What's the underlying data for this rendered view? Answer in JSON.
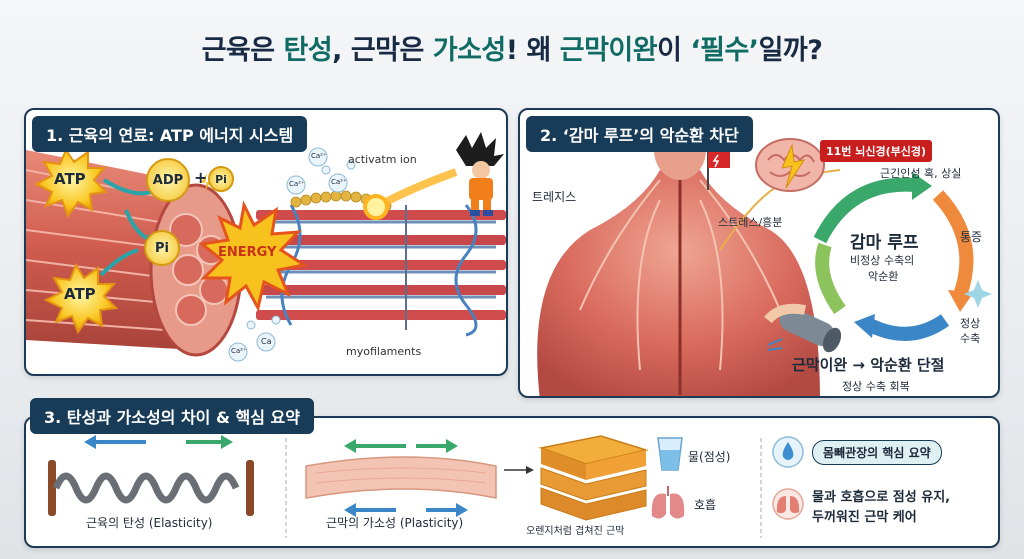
{
  "title": {
    "p1": "근육은 ",
    "p2": "탄성",
    "p3": ", 근막은 ",
    "p4": "가소성",
    "p5": "! 왜 ",
    "p6": "근막이완",
    "p7": "이 ",
    "p8": "‘필수’",
    "p9": "일까?"
  },
  "panel1": {
    "heading": "1. 근육의 연료: ATP 에너지 시스템",
    "atp_top": "ATP",
    "atp_bottom": "ATP",
    "adp": "ADP",
    "plus": "+",
    "pi_small": "Pi",
    "pi": "Pi",
    "energy": "ENERGY",
    "activation": "activatm ion",
    "myofilaments": "myofilaments",
    "ca_labels": [
      "Ca²⁺",
      "Ca²⁺",
      "Ca²⁺",
      "Ca²⁺",
      "Ca",
      "Ca²⁺"
    ]
  },
  "panel2": {
    "heading": "2. ‘감마 루프’의 악순환 차단",
    "nerve": "11번 뇌신경(부신경)",
    "trapezius": "트레지스",
    "stress": "스트레스/흥분",
    "tension": "근긴인성 혹, 상실",
    "pain": "통증",
    "loop_title": "감마 루프",
    "loop_sub1": "비정상 수축의",
    "loop_sub2": "악순환",
    "normal1": "정상",
    "normal2": "수축",
    "release": "근막이완 → 악순환 단절",
    "recovery": "정상 수축 회복"
  },
  "panel3": {
    "heading": "3. 탄성과 가소성의 차이 & 핵심 요약",
    "elasticity": "근육의 탄성 (Elasticity)",
    "plasticity": "근막의 가소성 (Plasticity)",
    "layers": "오렌지처럼 겹쳐진 근막",
    "water": "물(점성)",
    "breath": "호흡",
    "summary_title": "몸빼관장의 핵심 요약",
    "summary_line1": "물과 호흡으로 점성 유지,",
    "summary_line2": "두꺼워진 근막 케어"
  },
  "colors": {
    "navy": "#183b57",
    "teal": "#0f6b63",
    "muscle": "#d7645a",
    "loop_green": "#3aa86b",
    "loop_orange": "#ef8a3c",
    "loop_blue": "#3b86c6",
    "nerve_red": "#c81e1e"
  },
  "icons": [
    "lightning-icon",
    "brain-icon",
    "water-drop-icon",
    "lungs-icon",
    "foam-roller-icon",
    "flag-icon"
  ]
}
